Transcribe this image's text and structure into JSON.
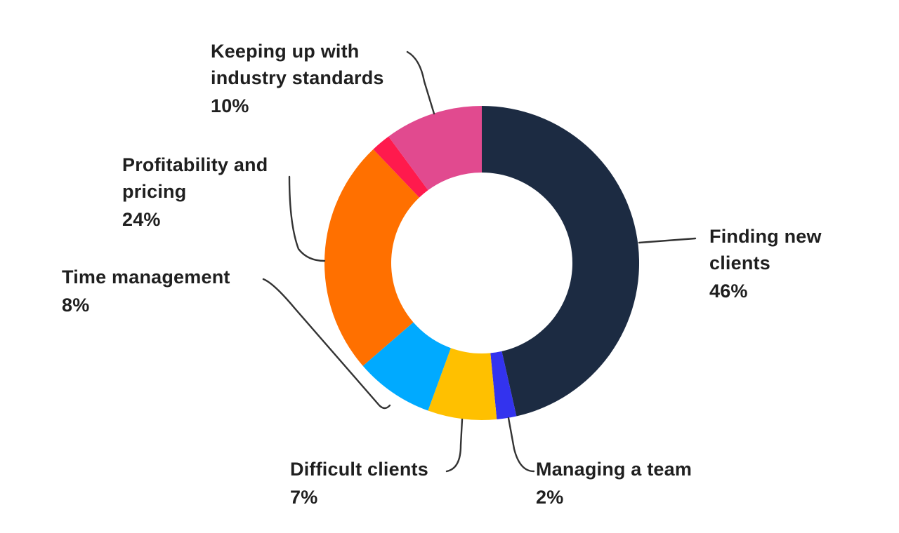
{
  "chart_data": {
    "type": "pie",
    "variant": "donut",
    "slices": [
      {
        "label": "Finding new clients",
        "value": 46,
        "value_label": "46%",
        "color": "#1c2b42"
      },
      {
        "label": "Managing a team",
        "value": 2,
        "value_label": "2%",
        "color": "#3333ee"
      },
      {
        "label": "Difficult clients",
        "value": 7,
        "value_label": "7%",
        "color": "#ffc000"
      },
      {
        "label": "Time management",
        "value": 8,
        "value_label": "8%",
        "color": "#00aaff"
      },
      {
        "label": "Profitability and pricing",
        "value": 24,
        "value_label": "24%",
        "color": "#ff7000"
      },
      {
        "label": "",
        "value": 2,
        "value_label": "",
        "color": "#ff1a4d"
      },
      {
        "label": "Keeping up with industry standards",
        "value": 10,
        "value_label": "10%",
        "color": "#e14a8f"
      }
    ],
    "start": "top",
    "direction": "clockwise"
  }
}
